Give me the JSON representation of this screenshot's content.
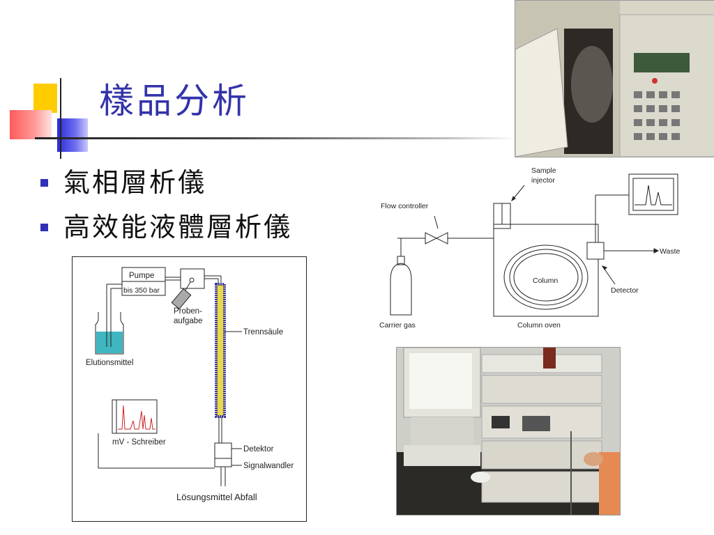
{
  "slide": {
    "title": "樣品分析",
    "bullets": [
      "氣相層析儀",
      "高效能液體層析儀"
    ]
  },
  "gc_diagram": {
    "sample_injector": [
      "Sample",
      "injector"
    ],
    "flow_controller": "Flow controller",
    "waste": "Waste",
    "column": "Column",
    "detector": "Detector",
    "carrier_gas": "Carrier gas",
    "column_oven": "Column oven"
  },
  "hplc_diagram": {
    "pumpe": "Pumpe",
    "pressure": "bis 350 bar",
    "probenaufgabe": [
      "Proben-",
      "aufgabe"
    ],
    "trennsaeule": "Trennsäule",
    "elutionsmittel": "Elutionsmittel",
    "schreiber": "mV - Schreiber",
    "detektor": "Detektor",
    "signalwandler": "Signalwandler",
    "abfall": "Lösungsmittel Abfall"
  },
  "colors": {
    "title": "#3333aa",
    "bullet": "#2f2fb8",
    "eluent": "#3fb6c0",
    "column_fill": "#e8d84a",
    "column_edge": "#3a3aa8",
    "chromatogram": "#cc2222"
  }
}
